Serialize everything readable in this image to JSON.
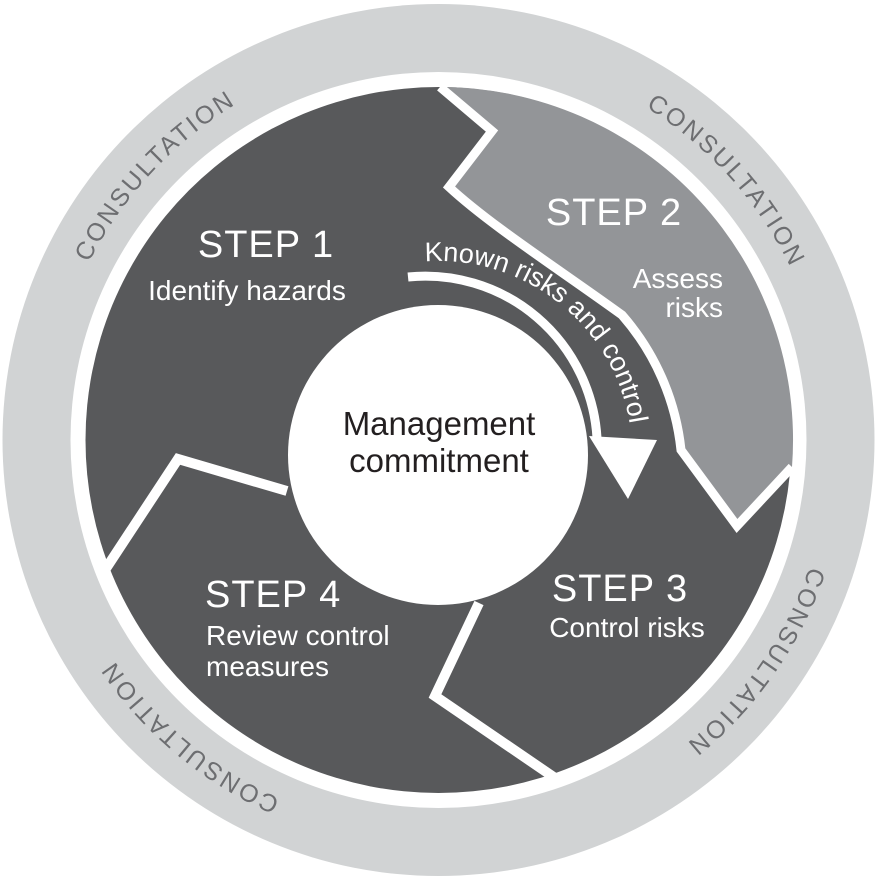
{
  "colors": {
    "background": "#ffffff",
    "outer_ring": "#d1d3d4",
    "ring_text": "#6d6e71",
    "dark_segment": "#58595b",
    "light_segment": "#939598",
    "boundary_white": "#ffffff",
    "center_circle": "#ffffff",
    "step_text": "#ffffff",
    "center_text": "#231f20"
  },
  "outer_ring": {
    "labels": [
      "CONSULTATION",
      "CONSULTATION",
      "CONSULTATION",
      "CONSULTATION"
    ]
  },
  "center": {
    "lines": [
      "Management",
      "commitment"
    ]
  },
  "cycle_arrow": {
    "label": "Known risks and control"
  },
  "steps": [
    {
      "title": "STEP 1",
      "desc_lines": [
        "Identify hazards"
      ]
    },
    {
      "title": "STEP 2",
      "desc_lines": [
        "Assess",
        "risks"
      ]
    },
    {
      "title": "STEP 3",
      "desc_lines": [
        "Control risks"
      ]
    },
    {
      "title": "STEP 4",
      "desc_lines": [
        "Review control",
        "measures"
      ]
    }
  ]
}
